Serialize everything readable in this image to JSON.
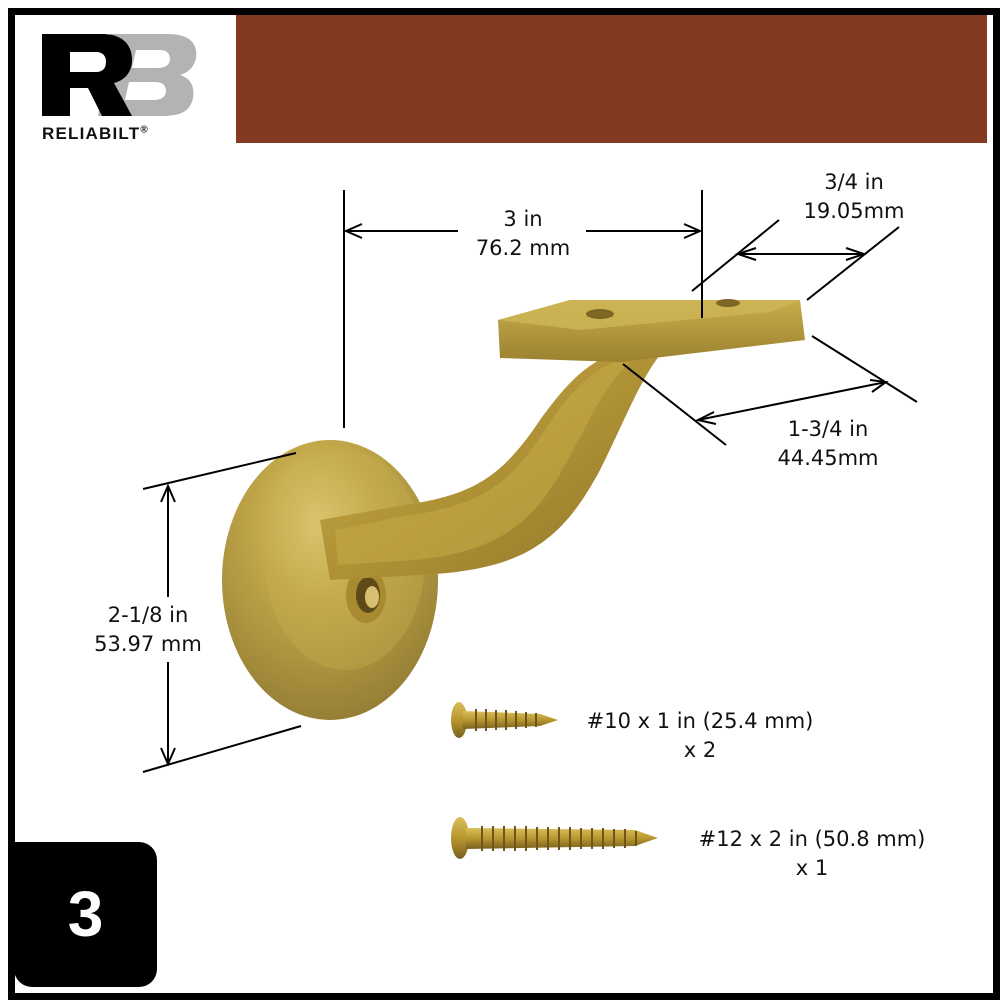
{
  "brand": {
    "logo_letters": "RB",
    "name": "RELIABILT",
    "registered_mark": "®",
    "banner_color": "#843A20",
    "letter_r_color": "#000000",
    "letter_b_color": "#B3B3B3"
  },
  "product": {
    "description": "Gold handrail bracket with round wall plate and rectangular rail mount",
    "finish_color": "#B49A3E"
  },
  "dimensions": {
    "projection": {
      "inches": "3 in",
      "mm": "76.2 mm"
    },
    "rail_mount_width": {
      "inches": "3/4 in",
      "mm": "19.05mm"
    },
    "rail_mount_length": {
      "inches": "1-3/4 in",
      "mm": "44.45mm"
    },
    "wall_plate_diameter": {
      "inches": "2-1/8 in",
      "mm": "53.97 mm"
    }
  },
  "hardware": [
    {
      "spec": "#10 x 1 in (25.4 mm)",
      "qty": "x 2"
    },
    {
      "spec": "#12 x 2 in (50.8 mm)",
      "qty": "x 1"
    }
  ],
  "step": {
    "number": "3"
  }
}
